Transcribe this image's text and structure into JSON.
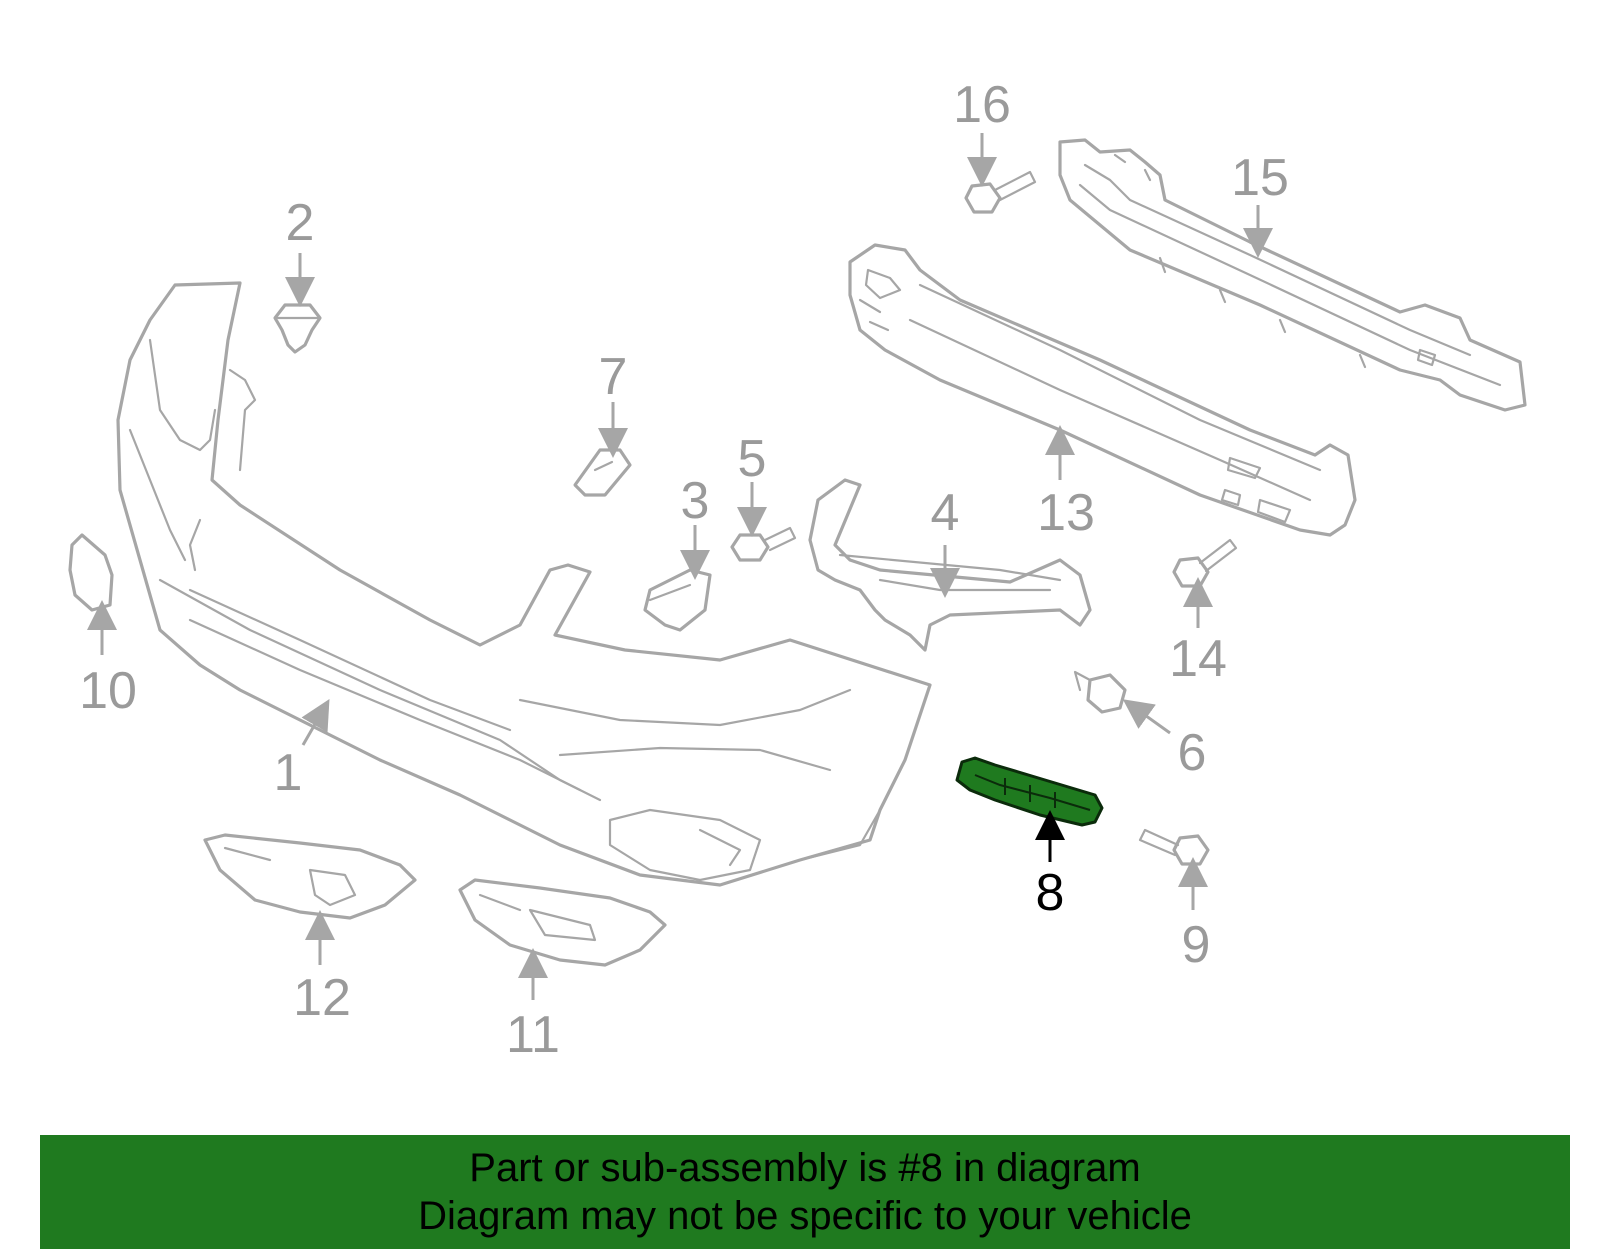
{
  "diagram": {
    "callouts": [
      "1",
      "2",
      "3",
      "4",
      "5",
      "6",
      "7",
      "8",
      "9",
      "10",
      "11",
      "12",
      "13",
      "14",
      "15",
      "16"
    ],
    "highlighted_part": "8",
    "colors": {
      "highlight": "#1f7a1f",
      "part_line": "#a6a6a6",
      "callout_text": "#9a9a9a",
      "highlight_text": "#000000"
    }
  },
  "banner": {
    "line1": "Part or sub-assembly is #8 in diagram",
    "line2": "Diagram may not be specific to your vehicle"
  }
}
